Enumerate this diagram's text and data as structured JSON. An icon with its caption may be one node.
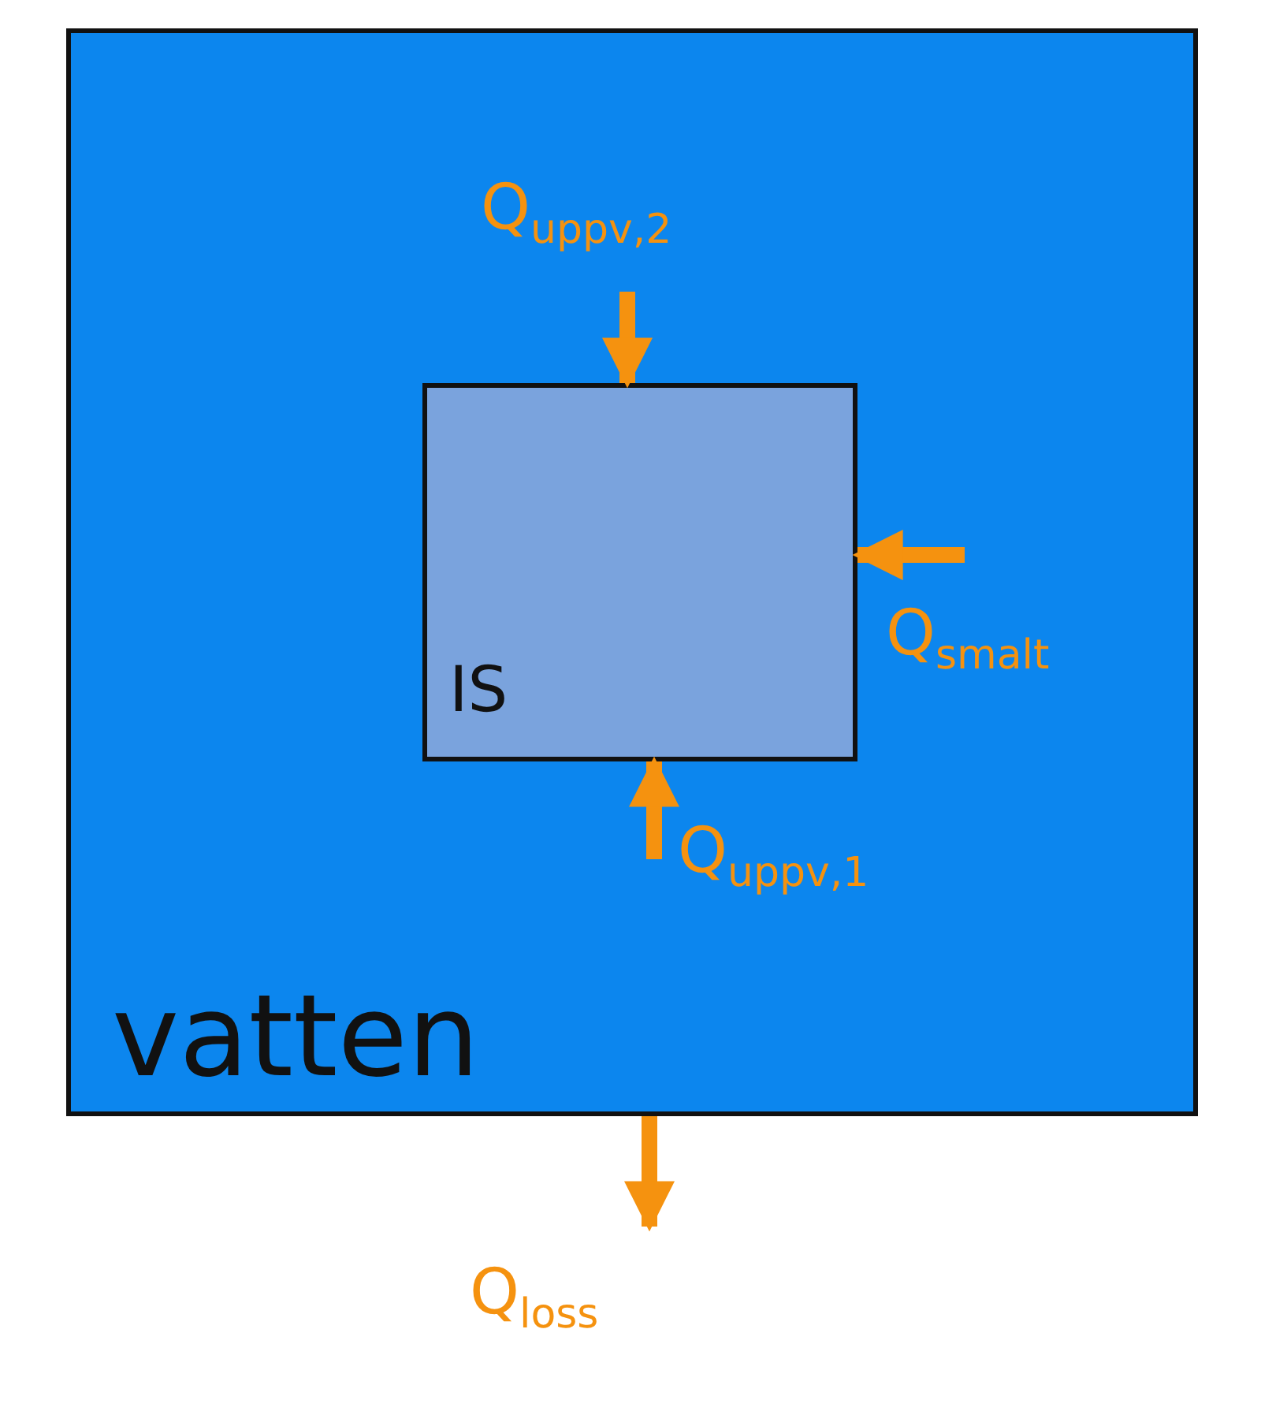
{
  "diagram": {
    "nodes": [
      {
        "text": [
          "vatten"
        ]
      },
      {
        "text": [
          "IS"
        ],
        "in": 0
      }
    ],
    "edges": [
      {
        "from": null,
        "to": 1,
        "arrow": "to",
        "label": "Q$_{uppv,2}$"
      },
      {
        "from": null,
        "to": 1,
        "arrow": "to",
        "label": "Q$_{smalt}$"
      },
      {
        "from": null,
        "to": 1,
        "arrow": "to",
        "label": "Q$_{uppv,1}$"
      },
      {
        "from": 0,
        "to": null,
        "arrow": "to",
        "label": "Q$_{loss}$"
      }
    ]
  }
}
